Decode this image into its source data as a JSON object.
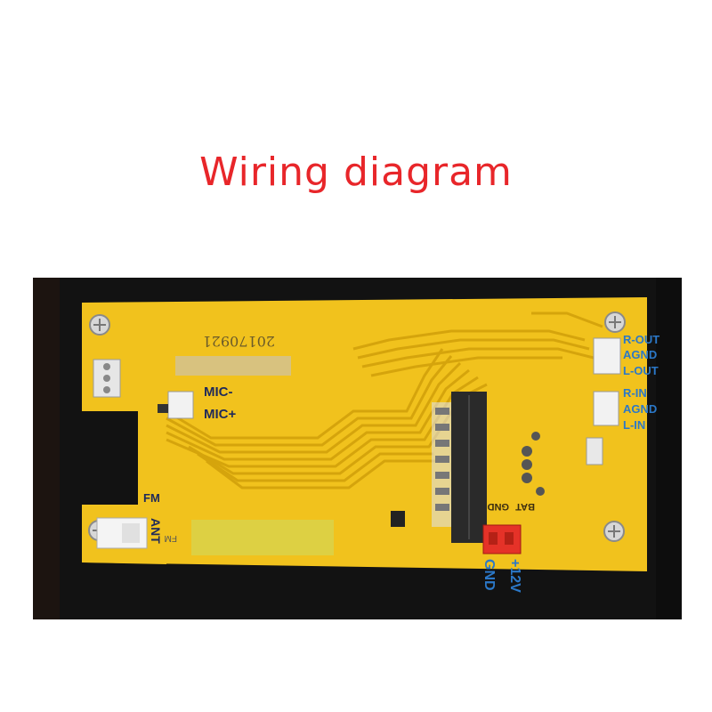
{
  "title": "Wiring diagram",
  "board": {
    "date_code": "20170921",
    "silk_fm": "FM",
    "silk_power": [
      "GND",
      "BAT"
    ]
  },
  "labels": {
    "mic_minus": "MIC-",
    "mic_plus": "MIC+",
    "fm": "FM",
    "ant": "ANT",
    "r_out": "R-OUT",
    "agnd_1": "AGND",
    "l_out": "L-OUT",
    "r_in": "R-IN",
    "agnd_2": "AGND",
    "l_in": "L-IN",
    "gnd": "GND",
    "plus_12v": "+12V"
  },
  "colors": {
    "title": "#e8262a",
    "pcb": "#f1c21d",
    "trace": "#d4a20a",
    "frame": "#111111",
    "label_dark": "#1f2a5a",
    "label_blue": "#2b78c8",
    "connector_red": "#e53228"
  }
}
